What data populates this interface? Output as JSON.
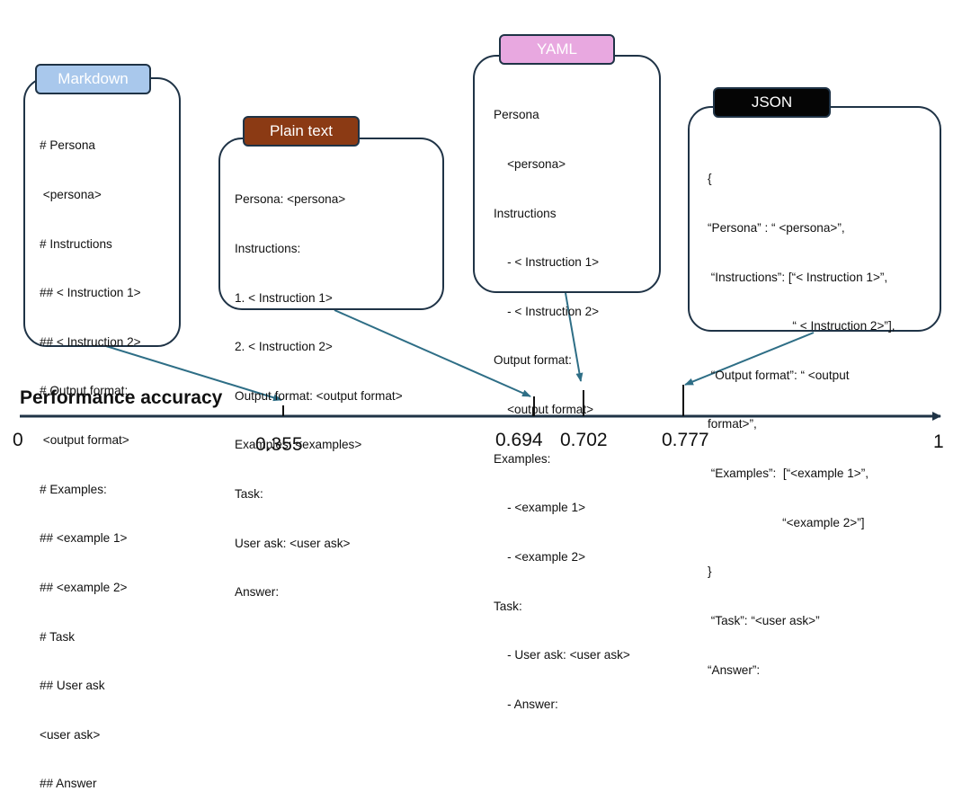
{
  "axis": {
    "title": "Performance accuracy",
    "min_label": "0",
    "max_label": "1"
  },
  "formats": {
    "markdown": {
      "label": "Markdown",
      "accuracy": 0.355,
      "accuracy_label": "0.355",
      "tag_color": "#a9c8ec",
      "lines": [
        "# Persona",
        " <persona>",
        "# Instructions",
        "## < Instruction 1>",
        "## < Instruction 2>",
        "# Output format:",
        " <output format>",
        "# Examples:",
        "## <example 1>",
        "## <example 2>",
        "# Task",
        "## User ask",
        "<user ask>",
        "## Answer"
      ]
    },
    "plain_text": {
      "label": "Plain text",
      "accuracy": 0.694,
      "accuracy_label": "0.694",
      "tag_color": "#8b3a14",
      "lines": [
        "Persona: <persona>",
        "Instructions:",
        "1. < Instruction 1>",
        "2. < Instruction 2>",
        "Output format: <output format>",
        "Examples: <examples>",
        "Task:",
        "User ask: <user ask>",
        "Answer:"
      ]
    },
    "yaml": {
      "label": "YAML",
      "accuracy": 0.702,
      "accuracy_label": "0.702",
      "tag_color": "#e8a8e0",
      "lines": [
        "Persona",
        "    <persona>",
        "Instructions",
        "    - < Instruction 1>",
        "    - < Instruction 2>",
        "Output format:",
        "    <output format>",
        "Examples:",
        "    - <example 1>",
        "    - <example 2>",
        "Task:",
        "    - User ask: <user ask>",
        "    - Answer:"
      ]
    },
    "json": {
      "label": "JSON",
      "accuracy": 0.777,
      "accuracy_label": "0.777",
      "tag_color": "#050505",
      "lines": [
        "{",
        "“Persona” : “ <persona>”,",
        " “Instructions”: [“< Instruction 1>”,",
        "                         “ < Instruction 2>”],",
        " “Output format”: “ <output",
        "format>”,",
        " “Examples”:  [“<example 1>”,",
        "                      “<example 2>”]",
        "}",
        " “Task”: “<user ask>”",
        "“Answer”:"
      ]
    }
  }
}
